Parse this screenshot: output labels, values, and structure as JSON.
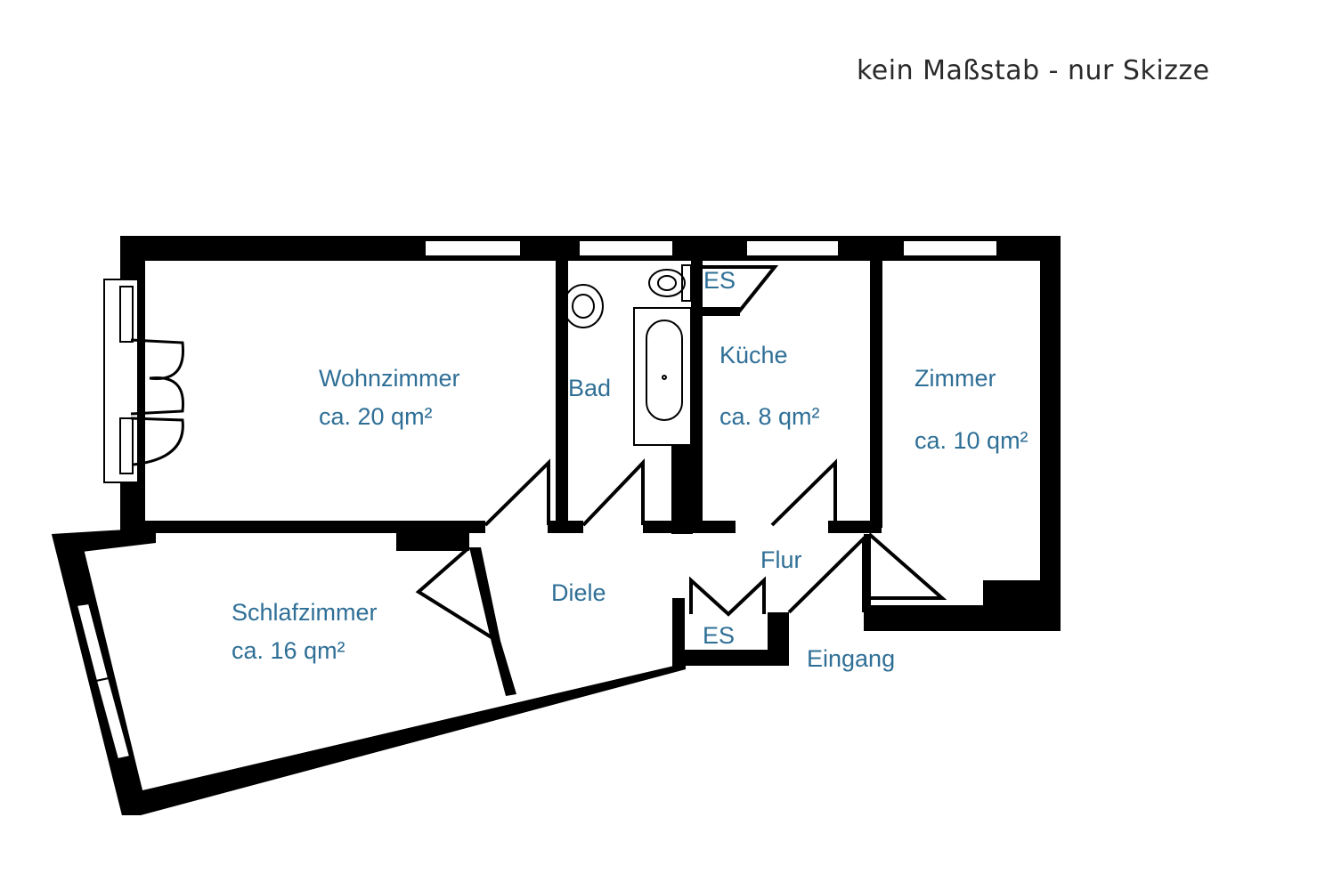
{
  "note": "kein Maßstab - nur Skizze",
  "rooms": {
    "wohnzimmer": {
      "name": "Wohnzimmer",
      "area": "ca. 20 qm²"
    },
    "bad": {
      "name": "Bad"
    },
    "kueche": {
      "name": "Küche",
      "area": "ca. 8 qm²"
    },
    "zimmer": {
      "name": "Zimmer",
      "area": "ca. 10 qm²"
    },
    "schlafzimmer": {
      "name": "Schlafzimmer",
      "area": "ca. 16 qm²"
    },
    "diele": {
      "name": "Diele"
    },
    "flur": {
      "name": "Flur"
    }
  },
  "labels": {
    "es_top": "ES",
    "es_bottom": "ES",
    "eingang": "Eingang"
  },
  "colors": {
    "label": "#2f6f96",
    "wall": "#000000"
  }
}
